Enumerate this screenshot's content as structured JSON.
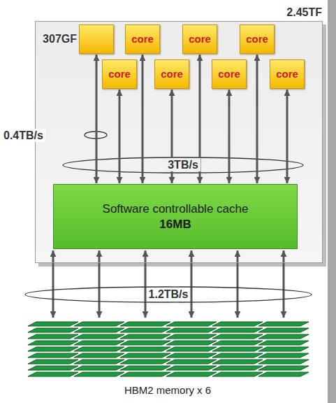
{
  "diagram": {
    "nodes": [
      {
        "text": [
          "2.45TF"
        ]
      },
      {
        "text": [
          "307GF"
        ],
        "in": 0
      },
      {
        "text": [
          "core"
        ],
        "in": 0
      },
      {
        "text": [
          "core"
        ],
        "in": 0
      },
      {
        "text": [
          "core"
        ],
        "in": 0
      },
      {
        "text": [
          "core"
        ],
        "in": 0
      },
      {
        "text": [
          "core"
        ],
        "in": 0
      },
      {
        "text": [
          "core"
        ],
        "in": 0
      },
      {
        "text": [
          "core"
        ],
        "in": 0
      },
      {
        "text": [
          "Software controllable cache",
          "16MB"
        ],
        "in": 0
      }
    ],
    "edges": [
      {
        "from": 1,
        "to": 9,
        "arrow": "both"
      },
      {
        "from": 2,
        "to": 9,
        "arrow": "both"
      },
      {
        "from": 3,
        "to": 9,
        "arrow": "both"
      },
      {
        "from": 4,
        "to": 9,
        "arrow": "both"
      },
      {
        "from": 5,
        "to": 9,
        "arrow": "both"
      },
      {
        "from": 6,
        "to": 9,
        "arrow": "both"
      },
      {
        "from": 7,
        "to": 9,
        "arrow": "both"
      },
      {
        "from": 8,
        "to": 9,
        "arrow": "both"
      }
    ],
    "labels": [
      "0.4TB/s",
      "3TB/s",
      "1.2TB/s",
      "HBM2 memory x 6"
    ]
  }
}
